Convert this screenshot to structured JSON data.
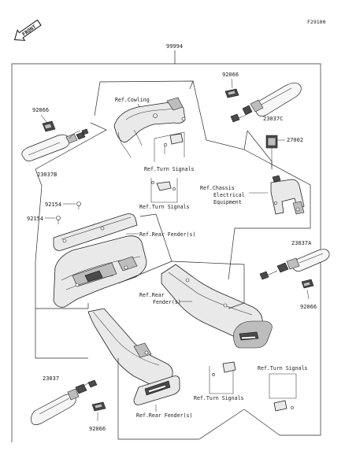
{
  "figure_code": "F29100",
  "front_badge": "FRONT",
  "assembly_part": "99994",
  "parts": {
    "grommet_upper_left": "92066",
    "signal_upper_left": "23037B",
    "grommet_upper_right": "92066",
    "signal_upper_right": "23037C",
    "connector_right": "27002",
    "screw_a": "92154",
    "screw_b": "92154",
    "signal_mid_right": "23037A",
    "grommet_mid_right": "92066",
    "signal_lower_left": "23037",
    "grommet_lower_left": "92066"
  },
  "refs": {
    "cowling": "Ref.Cowling",
    "turn_signals_1": "Ref.Turn Signals",
    "turn_signals_2": "Ref.Turn Signals",
    "chassis_line1": "Ref.Chassis",
    "chassis_line2": "Electrical",
    "chassis_line3": "Equipment",
    "rear_fender_1": "Ref.Rear Fender(s)",
    "rear_fender_2_line1": "Ref.Rear",
    "rear_fender_2_line2": "Fender(s)",
    "turn_signals_3": "Ref.Turn Signals",
    "turn_signals_4": "Ref.Turn Signals",
    "rear_fender_3": "Ref.Rear Fender(s)"
  }
}
